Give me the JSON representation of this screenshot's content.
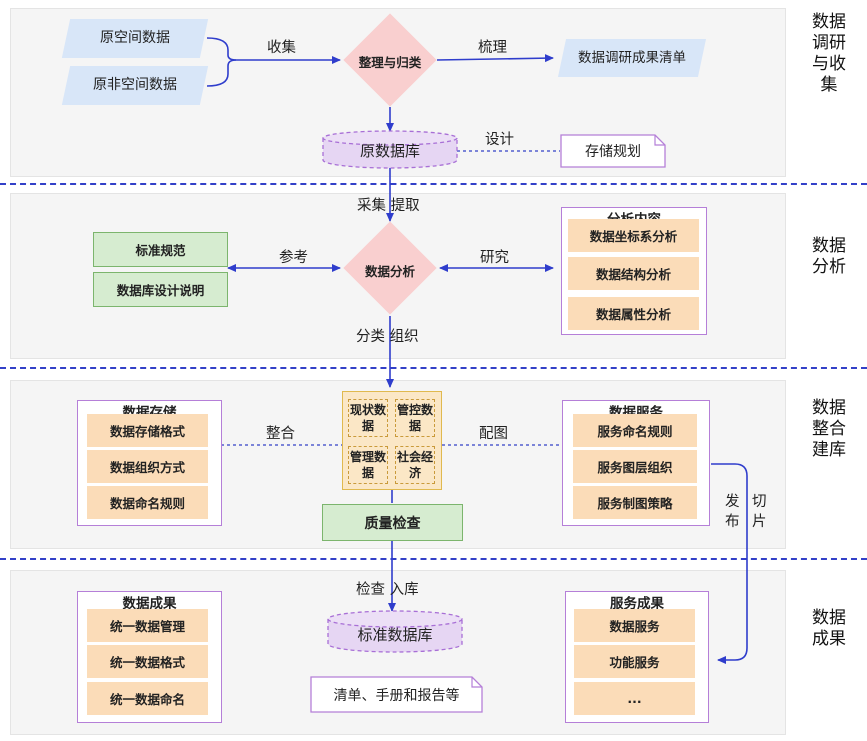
{
  "stages": {
    "s1": "数据调研与收集",
    "s2": "数据分析",
    "s3": "数据整合建库",
    "s4": "数据成果"
  },
  "survey": {
    "src_spatial": "原空间数据",
    "src_nonspatial": "原非空间数据",
    "collect_label": "收集",
    "sort_diamond": "整理与归类",
    "comb_label": "梳理",
    "result_list": "数据调研成果清单",
    "raw_db": "原数据库",
    "design_label": "设计",
    "storage_plan": "存储规划"
  },
  "analysis": {
    "extract_label": "采集 提取",
    "standard": "标准规范",
    "db_design": "数据库设计说明",
    "refer_label": "参考",
    "diamond": "数据分析",
    "research_label": "研究",
    "content_title": "分析内容",
    "content_items": [
      "数据坐标系分析",
      "数据结构分析",
      "数据属性分析"
    ],
    "classify_label": "分类 组织"
  },
  "integration": {
    "storage_title": "数据存储",
    "storage_items": [
      "数据存储格式",
      "数据组织方式",
      "数据命名规则"
    ],
    "merge_label": "整合",
    "cells": [
      "现状数据",
      "管控数据",
      "管理数据",
      "社会经济"
    ],
    "map_label": "配图",
    "service_title": "数据服务",
    "service_items": [
      "服务命名规则",
      "服务图层组织",
      "服务制图策略"
    ],
    "publish_label": "发布",
    "slice_label": "切片",
    "quality": "质量检查"
  },
  "results": {
    "check_label": "检查 入库",
    "data_title": "数据成果",
    "data_items": [
      "统一数据管理",
      "统一数据格式",
      "统一数据命名"
    ],
    "std_db": "标准数据库",
    "docs": "清单、手册和报告等",
    "svc_title": "服务成果",
    "svc_items": [
      "数据服务",
      "功能服务",
      "..."
    ]
  }
}
